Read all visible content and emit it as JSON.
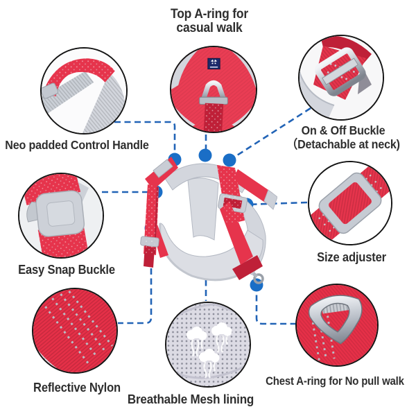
{
  "colors": {
    "red": "#e6344c",
    "red_dark": "#bf2038",
    "gray_pad": "#d3d6dd",
    "metal": "#c3c8d0",
    "navy": "#1c2a6b",
    "mesh_bg": "#dcdbe4",
    "blue_line": "#2163b6",
    "blue_dot": "#1a6ec6",
    "text": "#2e2e2e"
  },
  "callouts": {
    "top_a_ring": {
      "line1": "Top A-ring for",
      "line2": "casual walk"
    },
    "control_handle": {
      "label": "Neo padded Control Handle"
    },
    "on_off_buckle": {
      "line1": "On & Off Buckle",
      "line2": "（Detachable at neck)"
    },
    "easy_snap_buckle": {
      "label": "Easy Snap Buckle"
    },
    "size_adjuster": {
      "label": "Size adjuster"
    },
    "reflective_nylon": {
      "label": "Reflective Nylon"
    },
    "breathable_mesh": {
      "label": "Breathable Mesh lining"
    },
    "chest_a_ring": {
      "label": "Chest A-ring for No pull walk"
    }
  }
}
